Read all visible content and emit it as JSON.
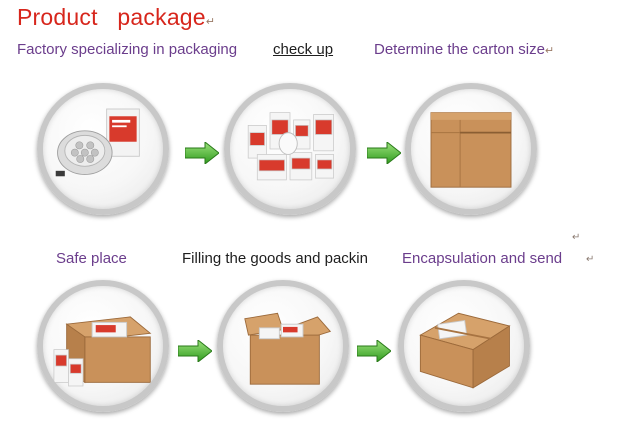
{
  "header": {
    "title": "Product   package",
    "return_mark": "↵"
  },
  "captions": {
    "step1": "Factory specializing in packaging",
    "step2": "check up",
    "step3": "Determine the carton size",
    "step4": "Safe place",
    "step5": "Filling the goods and packin",
    "step6": "Encapsulation and send",
    "return_mark": "↵"
  },
  "colors": {
    "title": "#d7261c",
    "caption_purple": "#6b3d8c",
    "caption_black": "#1e1e1e",
    "arrow_green": "#3fae2a",
    "carton": "#c9915a"
  },
  "icons": {
    "arrow": "green-right-arrow-icon"
  }
}
